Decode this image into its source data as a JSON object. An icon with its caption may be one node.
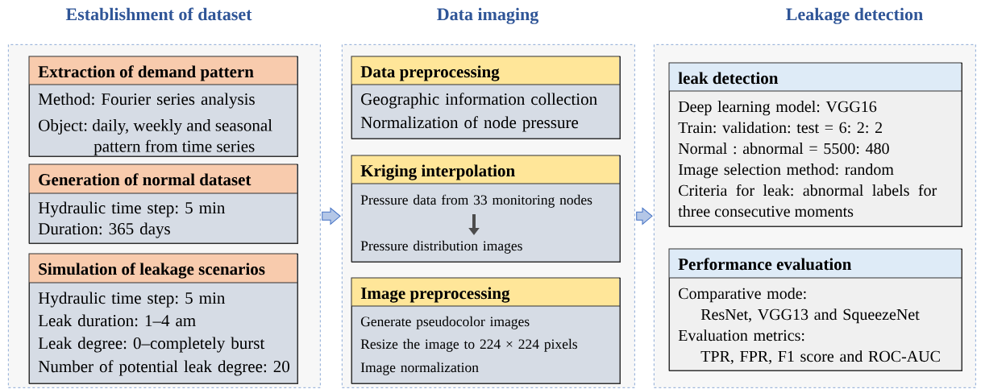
{
  "diagram": {
    "nodes": [
      {
        "text": [
          "Establishment of dataset"
        ]
      },
      {
        "text": [
          "Extraction of demand pattern",
          "Method: Fourier series analysis",
          "Object: daily, weekly and seasonal pattern from time series"
        ],
        "in": 0
      },
      {
        "text": [
          "Generation of normal dataset",
          "Hydraulic time step: 5 min",
          "Duration: 365 days"
        ],
        "in": 0
      },
      {
        "text": [
          "Simulation of leakage scenarios",
          "Hydraulic time step: 5 min",
          "Leak duration: 1–4 am",
          "Leak degree: 0–completely burst",
          "Number of potential leak degree: 20"
        ],
        "in": 0
      },
      {
        "text": [
          "Data imaging"
        ]
      },
      {
        "text": [
          "Data preprocessing",
          "Geographic information collection",
          "Normalization of node pressure"
        ],
        "in": 4
      },
      {
        "text": [
          "Kriging interpolation",
          "Pressure data from 33 monitoring nodes",
          "Pressure distribution images"
        ],
        "in": 4
      },
      {
        "text": [
          "Image preprocessing",
          "Generate pseudocolor images",
          "Resize the image to 224 × 224 pixels",
          "Image normalization"
        ],
        "in": 4
      },
      {
        "text": [
          "Leakage detection"
        ]
      },
      {
        "text": [
          "leak detection",
          "Deep learning model: VGG16",
          "Train: validation: test = 6: 2: 2",
          "Normal : abnormal = 5500: 480",
          "Image selection method: random",
          "Criteria for leak: abnormal labels for three consecutive moments"
        ],
        "in": 8
      },
      {
        "text": [
          "Performance evaluation",
          "Comparative mode:",
          "ResNet, VGG13 and SqueezeNet",
          "Evaluation metrics:",
          "TPR, FPR, F1 score and ROC-AUC"
        ],
        "in": 8
      }
    ],
    "edges": [
      {
        "from": 0,
        "to": 4,
        "arrow": "to"
      },
      {
        "from": 4,
        "to": 8,
        "arrow": "to"
      }
    ]
  }
}
